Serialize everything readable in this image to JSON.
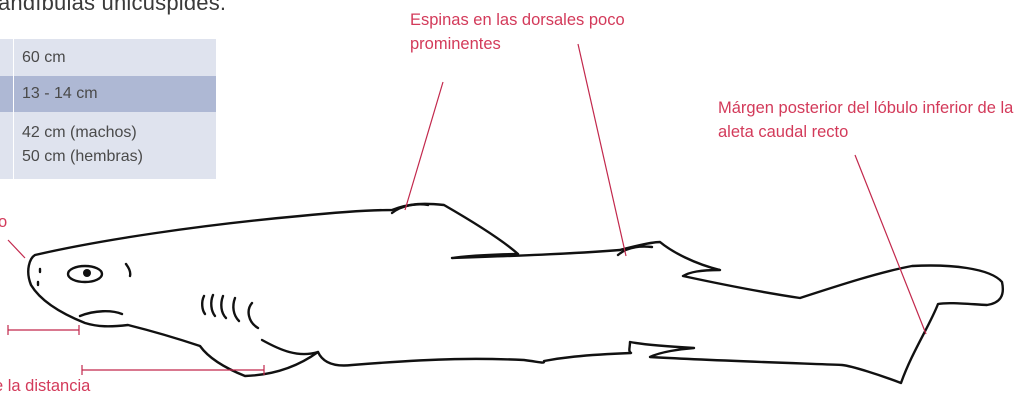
{
  "heading": "andíbulas unicúspides.",
  "table": {
    "rows": [
      {
        "value": "60 cm"
      },
      {
        "value": "13 - 14 cm"
      },
      {
        "value_line1": "42 cm (machos)",
        "value_line2": "50 cm (hembras)"
      }
    ]
  },
  "labels": {
    "espinas": "Espinas en las dorsales poco prominentes",
    "margen": "Márgen posterior del lóbulo inferior de la aleta caudal recto",
    "partial_left": "o",
    "partial_bottom": "e la distancia"
  },
  "colors": {
    "accent": "#d33a5a",
    "table_light": "#dfe3ee",
    "table_dark": "#aeb8d4",
    "text": "#4a4a4a"
  }
}
